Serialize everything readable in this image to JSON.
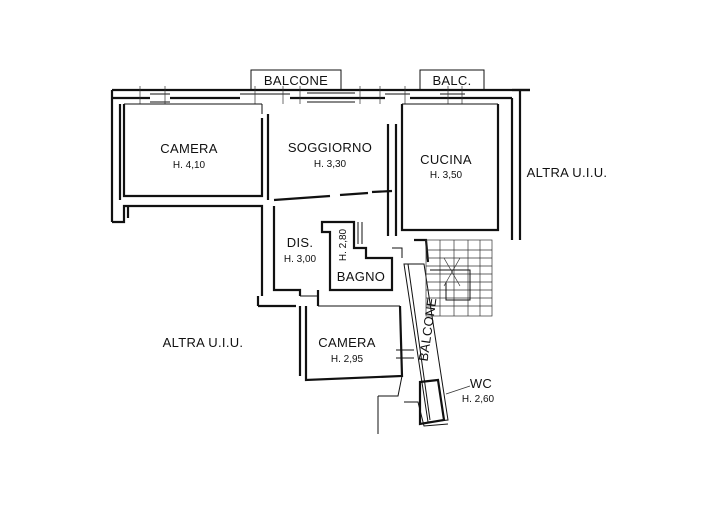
{
  "labels": {
    "balcone_top": "BALCONE",
    "balc": "BALC.",
    "camera1": "CAMERA",
    "camera1_h": "H. 4,10",
    "soggiorno": "SOGGIORNO",
    "soggiorno_h": "H. 3,30",
    "cucina": "CUCINA",
    "cucina_h": "H. 3,50",
    "altra_right": "ALTRA U.I.U.",
    "dis": "DIS.",
    "dis_h": "H. 3,00",
    "h280": "H. 2,80",
    "bagno": "BAGNO",
    "camera2": "CAMERA",
    "camera2_h": "H. 2,95",
    "altra_left": "ALTRA U.I.U.",
    "balcone_side": "BALCONE",
    "wc": "WC",
    "wc_h": "H. 2,60"
  }
}
